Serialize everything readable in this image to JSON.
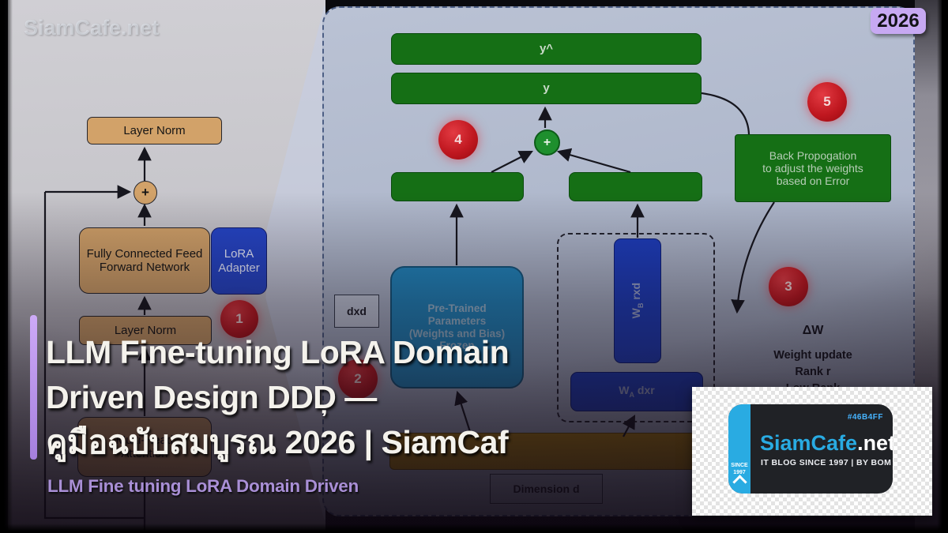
{
  "watermark": "SiamCafe.net",
  "year_badge": "2026",
  "title": {
    "line1": "LLM Fine-tuning LoRA Domain",
    "line2": "Driven Design DDD̦ —",
    "line3": "คูมือฉบับสมบูรณ 2026 | SiamCaf",
    "subtitle": "LLM Fine tuning LoRA Domain Driven"
  },
  "left_diagram": {
    "layer_norm_top": "Layer Norm",
    "plus": "+",
    "ffn_line1": "Fully Connected Feed",
    "ffn_line2": "Forward Network",
    "lora_line1": "LoRA",
    "lora_line2": "Adapter",
    "layer_norm_mid": "Layer Norm",
    "multi_head_line1": "Multi-Head",
    "multi_head_line2": "Attention",
    "step1": "1"
  },
  "main_diagram": {
    "y_hat": "y^",
    "y": "y",
    "plus": "+",
    "step2": "2",
    "step3": "3",
    "step4": "4",
    "step5": "5",
    "backprop_line1": "Back Propogation",
    "backprop_line2": "to adjust the weights",
    "backprop_line3": "based on Error",
    "dxd": "dxd",
    "pretrained_line1": "Pre-Trained",
    "pretrained_line2": "Parameters",
    "pretrained_line3": "(Weights and Bias)",
    "pretrained_line4": "Frozen",
    "wb": {
      "base": "W",
      "sub": "B",
      "rest": " rxd"
    },
    "wa": {
      "base": "W",
      "sub": "A",
      "rest": " dxr"
    },
    "delta_w": "ΔW",
    "weight_update": "Weight update",
    "rank": "Rank r",
    "low_rank": "Low Rank Decomposition",
    "dimension": "Dimension d"
  },
  "logo_card": {
    "hex_label": "#46B4FF",
    "brand_cyan": "SiamCafe",
    "brand_white": ".net",
    "tagline": "IT BLOG SINCE 1997 | BY BOM",
    "ribbon_line1": "SINCE",
    "ribbon_line2": "1997"
  },
  "colors": {
    "accent_purple": "#b48ae0",
    "diagram_green": "#156f15",
    "step_red": "#c01820",
    "royal_blue": "#1d3dbd",
    "teal_blue": "#2187bf",
    "tan": "#d2a269",
    "gold": "#b8860b",
    "brand_cyan": "#29ABE2",
    "badge_purple": "#c7a9f2"
  }
}
